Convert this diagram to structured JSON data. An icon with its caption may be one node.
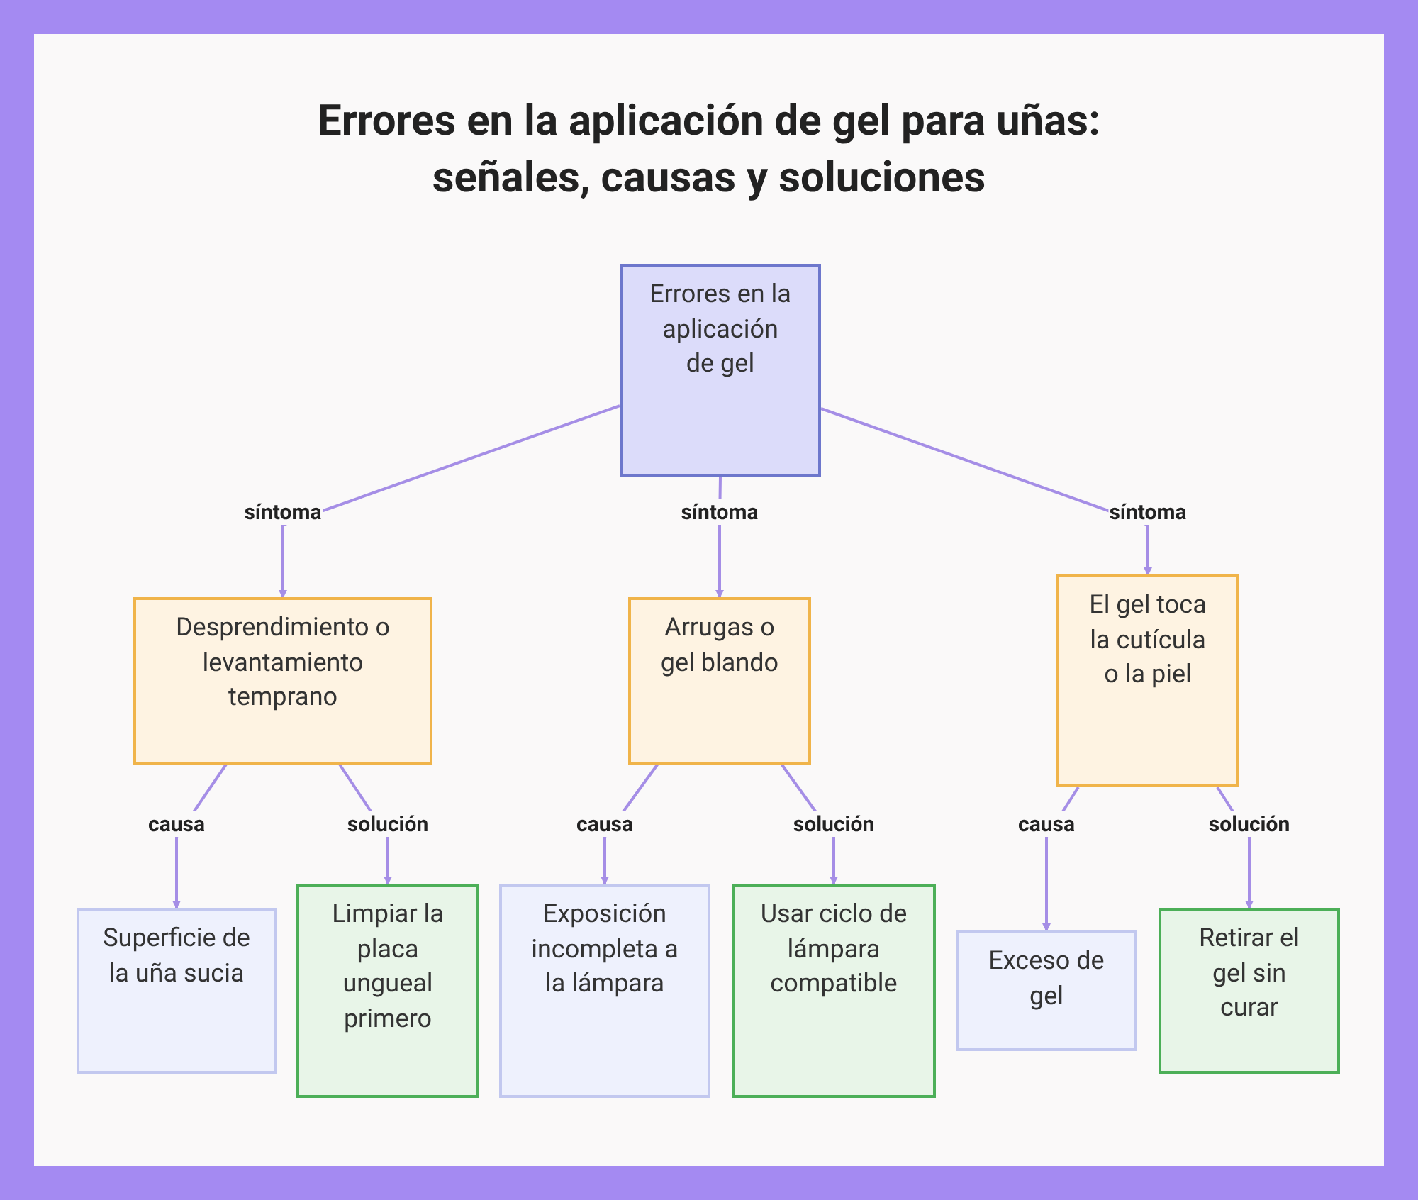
{
  "diagram": {
    "title": "Errores en la aplicación de gel para uñas: señales, causas y soluciones",
    "nodes": [
      {
        "text": [
          "Errores en la aplicación de gel"
        ]
      },
      {
        "text": [
          "Desprendimiento o levantamiento temprano"
        ]
      },
      {
        "text": [
          "Arrugas o gel blando"
        ]
      },
      {
        "text": [
          "El gel toca la cutícula o la piel"
        ]
      },
      {
        "text": [
          "Superficie de la uña sucia"
        ]
      },
      {
        "text": [
          "Limpiar la placa ungueal primero"
        ]
      },
      {
        "text": [
          "Exposición incompleta a la lámpara"
        ]
      },
      {
        "text": [
          "Usar ciclo de lámpara compatible"
        ]
      },
      {
        "text": [
          "Exceso de gel"
        ]
      },
      {
        "text": [
          "Retirar el gel sin curar"
        ]
      }
    ],
    "edges": [
      {
        "from": 0,
        "to": 1,
        "arrow": "to",
        "label": "síntoma"
      },
      {
        "from": 0,
        "to": 2,
        "arrow": "to",
        "label": "síntoma"
      },
      {
        "from": 0,
        "to": 3,
        "arrow": "to",
        "label": "síntoma"
      },
      {
        "from": 1,
        "to": 4,
        "arrow": "to",
        "label": "causa"
      },
      {
        "from": 1,
        "to": 5,
        "arrow": "to",
        "label": "solución"
      },
      {
        "from": 2,
        "to": 6,
        "arrow": "to",
        "label": "causa"
      },
      {
        "from": 2,
        "to": 7,
        "arrow": "to",
        "label": "solución"
      },
      {
        "from": 3,
        "to": 8,
        "arrow": "to",
        "label": "causa"
      },
      {
        "from": 3,
        "to": 9,
        "arrow": "to",
        "label": "solución"
      }
    ]
  }
}
